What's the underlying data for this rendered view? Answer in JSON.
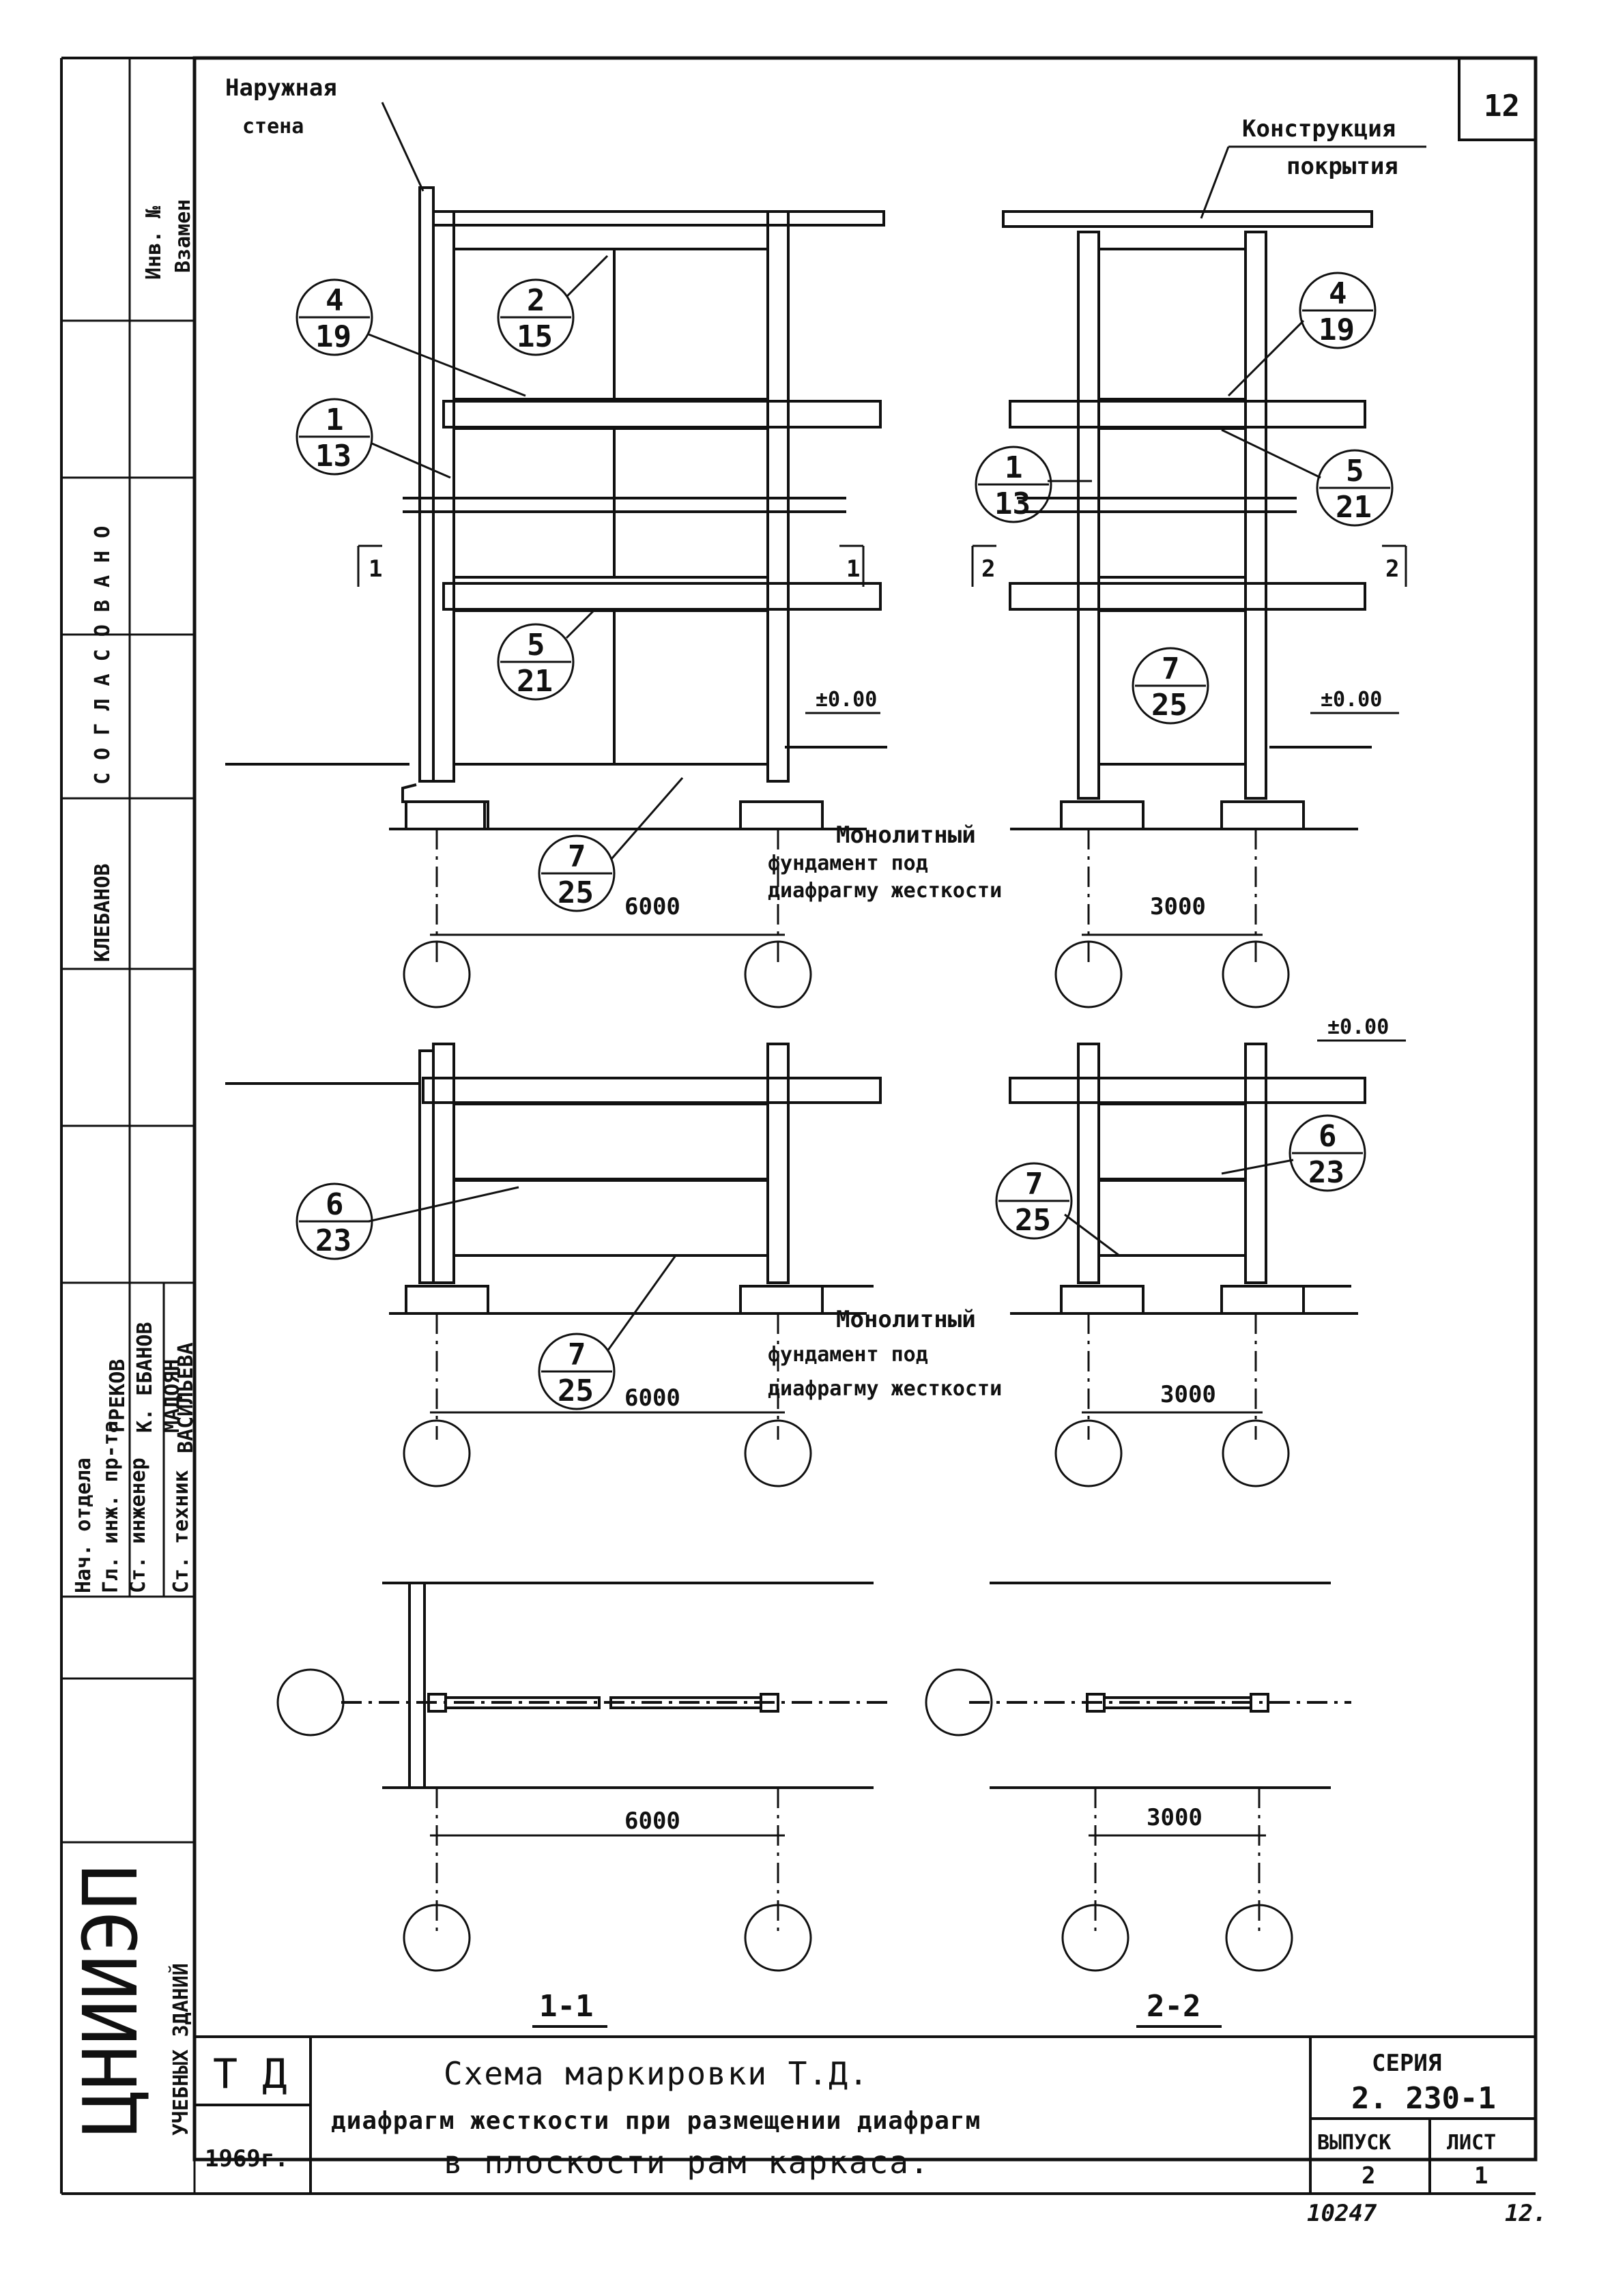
{
  "sheet_number_top": "12",
  "labels": {
    "outer_wall_1": "Наружная",
    "outer_wall_2": "стена",
    "roof_1": "Конструкция",
    "roof_2": "покрытия",
    "foundation_1": "Монолитный",
    "foundation_2": "фундамент под",
    "foundation_3": "диафрагму жесткости",
    "zero_mark": "±0.00",
    "section_1": "1",
    "section_2": "2",
    "section_1_1": "1-1",
    "section_2_2": "2-2"
  },
  "dims": {
    "d6000": "6000",
    "d3000": "3000"
  },
  "callouts": [
    {
      "top": "4",
      "bottom": "19"
    },
    {
      "top": "2",
      "bottom": "15"
    },
    {
      "top": "1",
      "bottom": "13"
    },
    {
      "top": "5",
      "bottom": "21"
    },
    {
      "top": "7",
      "bottom": "25"
    },
    {
      "top": "6",
      "bottom": "23"
    }
  ],
  "left_stamp": {
    "sign_off": "С О Г Л А С О В А Н О",
    "inv": "Инв. №",
    "vzamen": "Взамен",
    "klebanov": "КЛЕБАНОВ",
    "roles": [
      "Нач. отдела",
      "Гл. инж. пр-та",
      "Ст. инженер",
      "Ст. техник"
    ],
    "names": [
      "ГРЕКОВ",
      "К. ЕБАНОВ",
      "МАДОЯН",
      "ВАСИЛЬЕВА"
    ],
    "org": "ЦНИИЭП",
    "org_sub": "УЧЕБНЫХ ЗДАНИЙ"
  },
  "title_block": {
    "td": "Т Д",
    "year": "1969г.",
    "line1": "Схема маркировки Т.Д.",
    "line2": "диафрагм жесткости при размещении диафрагм",
    "line3": "в плоскости рам каркаса.",
    "series_label": "СЕРИЯ",
    "series_value": "2. 230-1",
    "issue_label": "ВЫПУСК",
    "issue_value": "2",
    "sheet_label": "ЛИСТ",
    "sheet_value": "1",
    "archive_no": "10247",
    "page_no": "12."
  }
}
